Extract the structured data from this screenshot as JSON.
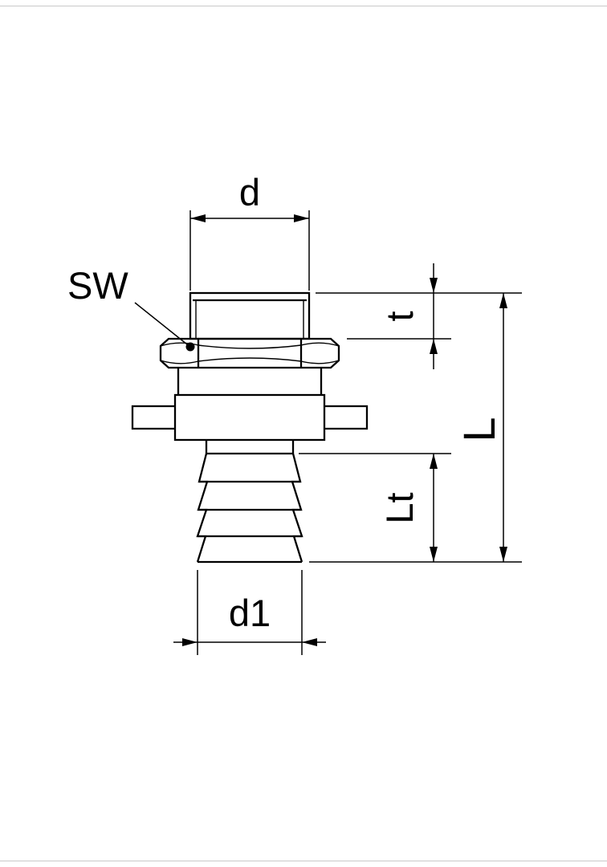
{
  "drawing": {
    "background_color": "#ffffff",
    "line_color": "#000000",
    "labels": {
      "d": "d",
      "sw": "SW",
      "t": "t",
      "l": "L",
      "lt": "Lt",
      "d1": "d1"
    }
  }
}
